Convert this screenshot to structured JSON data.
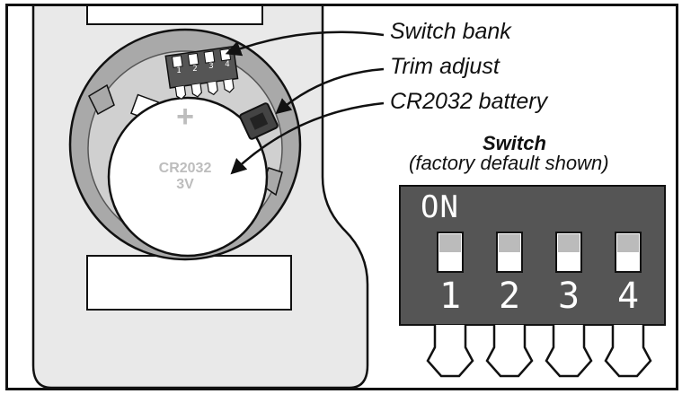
{
  "callouts": {
    "switch_bank": "Switch bank",
    "trim_adjust": "Trim adjust",
    "battery": "CR2032 battery"
  },
  "battery_label": {
    "model": "CR2032",
    "voltage": "3V",
    "polarity": "+"
  },
  "switch_detail": {
    "title": "Switch",
    "subtitle": "(factory default shown)",
    "on_label": "ON",
    "switches": [
      {
        "number": "1"
      },
      {
        "number": "2"
      },
      {
        "number": "3"
      },
      {
        "number": "4"
      }
    ]
  },
  "colors": {
    "outline": "#111111",
    "housing": "#e9e9e9",
    "ring": "#a9a9a9",
    "switch_body": "#555555",
    "battery_face": "#ffffff"
  }
}
